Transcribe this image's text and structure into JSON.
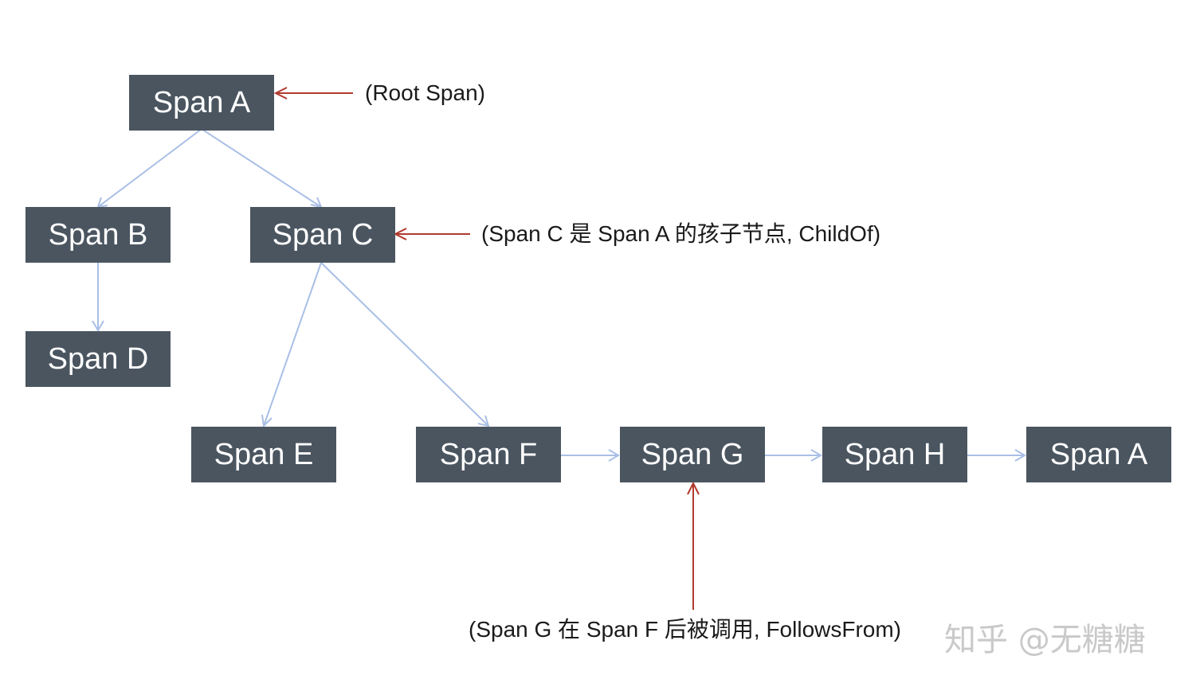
{
  "nodes": [
    {
      "id": "a_root",
      "label": "Span A"
    },
    {
      "id": "b",
      "label": "Span B"
    },
    {
      "id": "c",
      "label": "Span C"
    },
    {
      "id": "d",
      "label": "Span D"
    },
    {
      "id": "e",
      "label": "Span E"
    },
    {
      "id": "f",
      "label": "Span F"
    },
    {
      "id": "g",
      "label": "Span G"
    },
    {
      "id": "h",
      "label": "Span H"
    },
    {
      "id": "a_end",
      "label": "Span A"
    }
  ],
  "annotations": {
    "root": "(Root Span)",
    "child_of": "(Span C 是 Span A 的孩子节点, ChildOf)",
    "follows_from": "(Span G 在 Span F 后被调用, FollowsFrom)"
  },
  "watermark": "知乎 @无糖糖",
  "colors": {
    "node_fill": "#4a5560",
    "node_text": "#ffffff",
    "edge": "#a9bfe6",
    "annotation_arrow": "#b03a2e"
  }
}
